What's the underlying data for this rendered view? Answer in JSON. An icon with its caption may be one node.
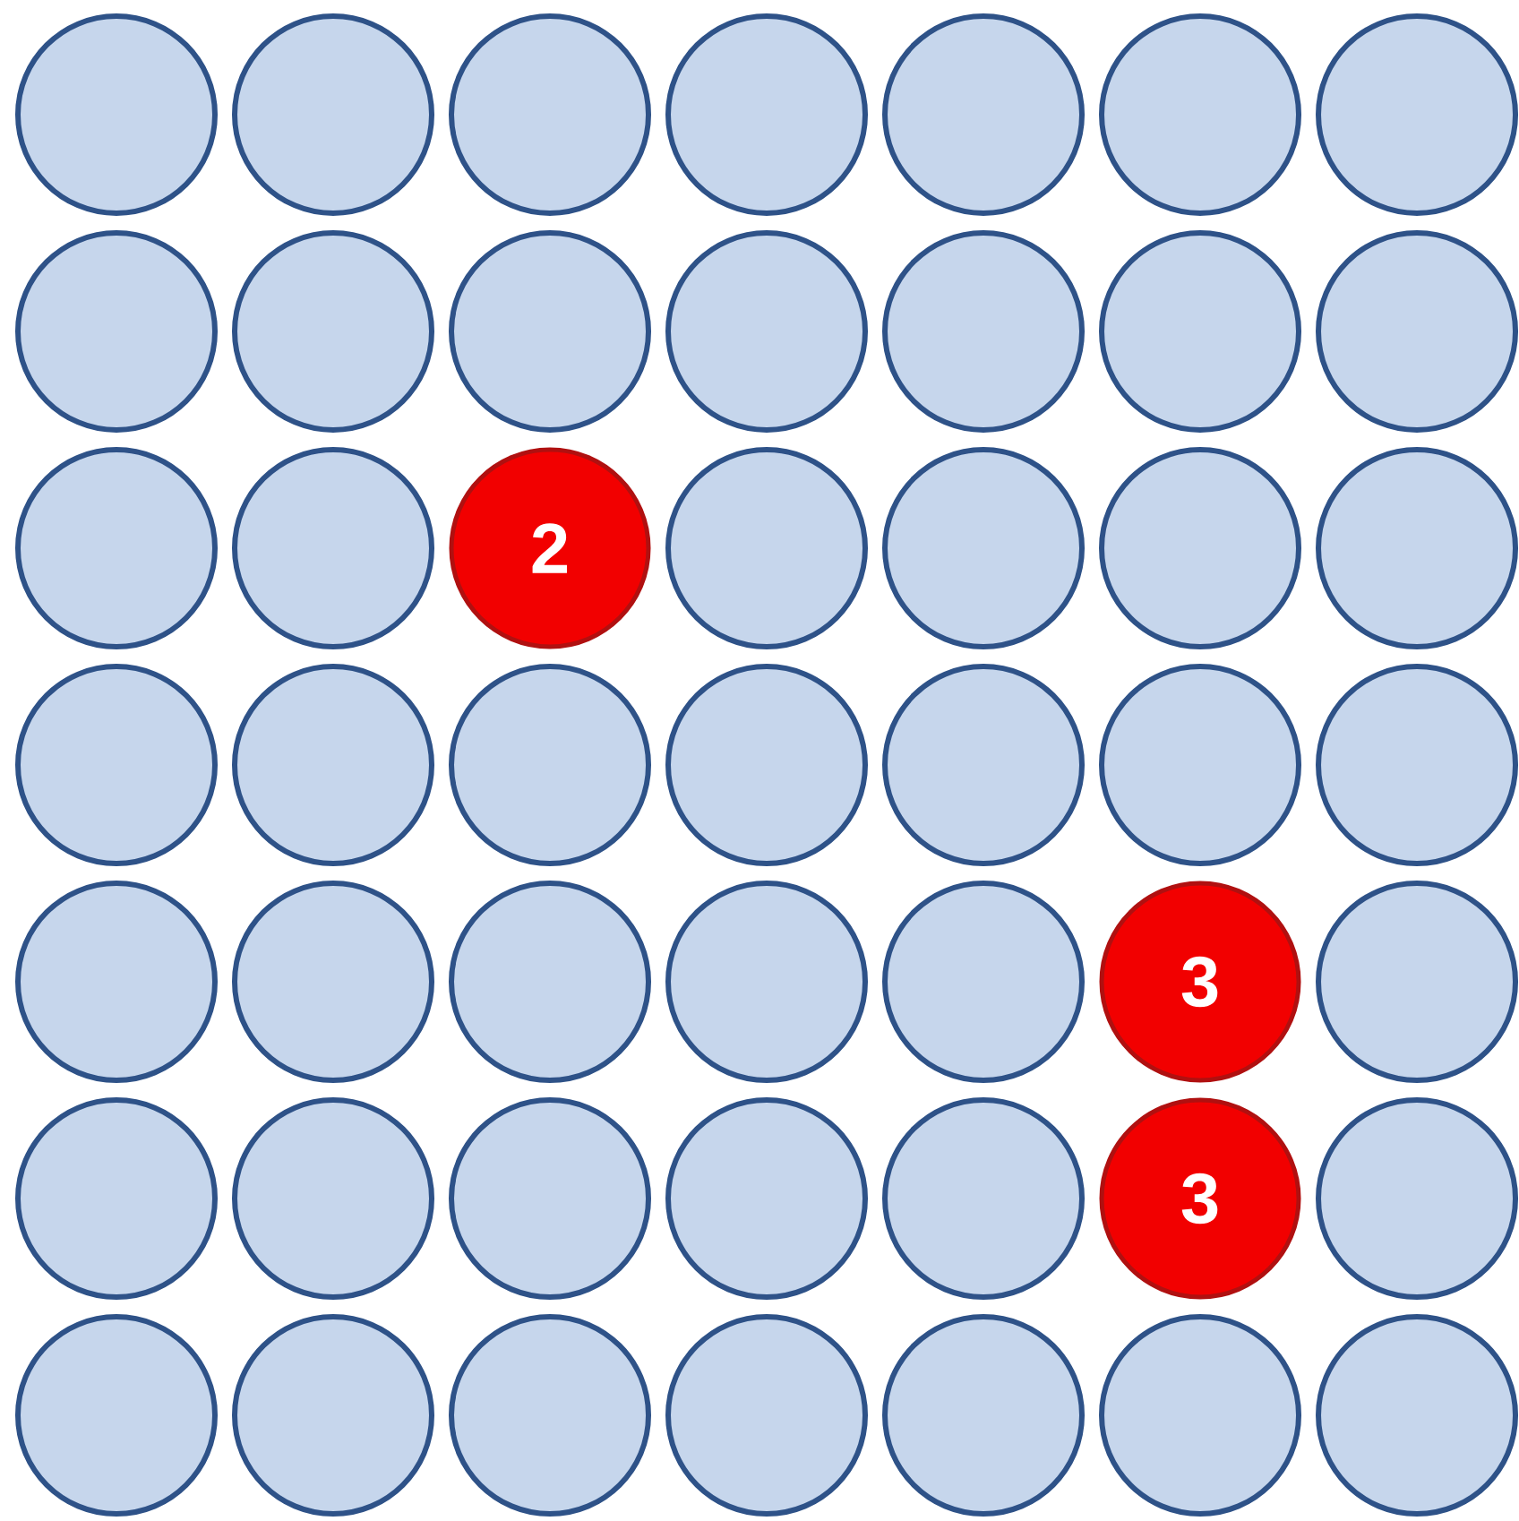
{
  "diagram": {
    "nodes": [
      {
        "text": [],
        "shape": "circle"
      },
      {
        "text": [],
        "shape": "circle"
      },
      {
        "text": [],
        "shape": "circle"
      },
      {
        "text": [],
        "shape": "circle"
      },
      {
        "text": [],
        "shape": "circle"
      },
      {
        "text": [],
        "shape": "circle"
      },
      {
        "text": [],
        "shape": "circle"
      },
      {
        "text": [],
        "shape": "circle"
      },
      {
        "text": [],
        "shape": "circle"
      },
      {
        "text": [],
        "shape": "circle"
      },
      {
        "text": [],
        "shape": "circle"
      },
      {
        "text": [],
        "shape": "circle"
      },
      {
        "text": [],
        "shape": "circle"
      },
      {
        "text": [],
        "shape": "circle"
      },
      {
        "text": [],
        "shape": "circle"
      },
      {
        "text": [],
        "shape": "circle"
      },
      {
        "text": [
          "2"
        ]
      },
      {
        "text": [],
        "shape": "circle"
      },
      {
        "text": [],
        "shape": "circle"
      },
      {
        "text": [],
        "shape": "circle"
      },
      {
        "text": [],
        "shape": "circle"
      },
      {
        "text": [],
        "shape": "circle"
      },
      {
        "text": [],
        "shape": "circle"
      },
      {
        "text": [],
        "shape": "circle"
      },
      {
        "text": [],
        "shape": "circle"
      },
      {
        "text": [],
        "shape": "circle"
      },
      {
        "text": [],
        "shape": "circle"
      },
      {
        "text": [],
        "shape": "circle"
      },
      {
        "text": [],
        "shape": "circle"
      },
      {
        "text": [],
        "shape": "circle"
      },
      {
        "text": [],
        "shape": "circle"
      },
      {
        "text": [],
        "shape": "circle"
      },
      {
        "text": [],
        "shape": "circle"
      },
      {
        "text": [
          "3"
        ]
      },
      {
        "text": [],
        "shape": "circle"
      },
      {
        "text": [],
        "shape": "circle"
      },
      {
        "text": [],
        "shape": "circle"
      },
      {
        "text": [],
        "shape": "circle"
      },
      {
        "text": [],
        "shape": "circle"
      },
      {
        "text": [],
        "shape": "circle"
      },
      {
        "text": [
          "3"
        ]
      },
      {
        "text": [],
        "shape": "circle"
      },
      {
        "text": [],
        "shape": "circle"
      },
      {
        "text": [],
        "shape": "circle"
      },
      {
        "text": [],
        "shape": "circle"
      },
      {
        "text": [],
        "shape": "circle"
      },
      {
        "text": [],
        "shape": "circle"
      },
      {
        "text": [],
        "shape": "circle"
      },
      {
        "text": [],
        "shape": "circle"
      }
    ]
  }
}
